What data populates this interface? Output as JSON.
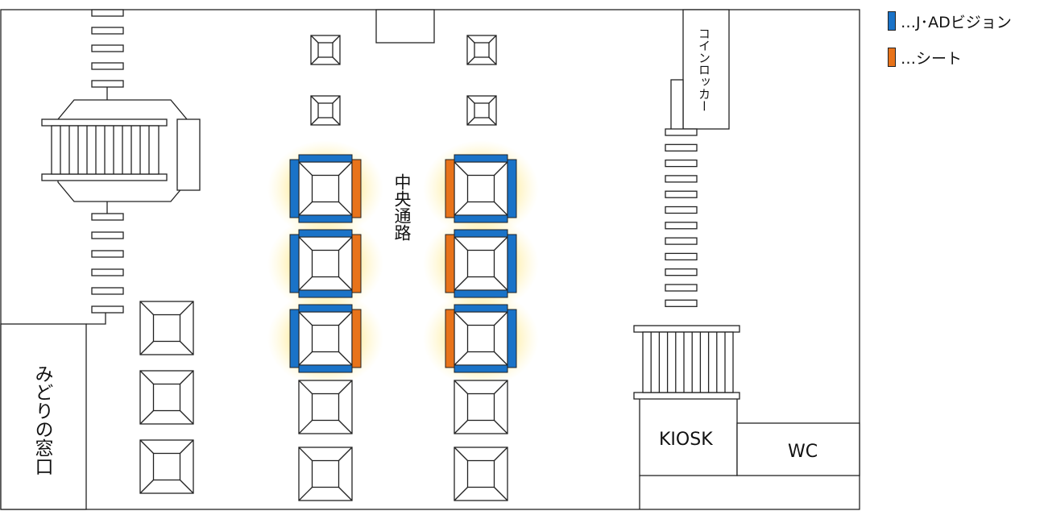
{
  "legend": {
    "jad": {
      "label": "…J･ADビジョン",
      "color": "#1a73c8"
    },
    "seat": {
      "label": "…シート",
      "color": "#e8731a"
    }
  },
  "labels": {
    "coin_locker": "コインロッカー",
    "central_passage": "中央通路",
    "midori": "みどりの窓口",
    "kiosk": "KIOSK",
    "wc": "WC"
  },
  "colors": {
    "glow": "#ffd54a",
    "line": "#222222"
  }
}
